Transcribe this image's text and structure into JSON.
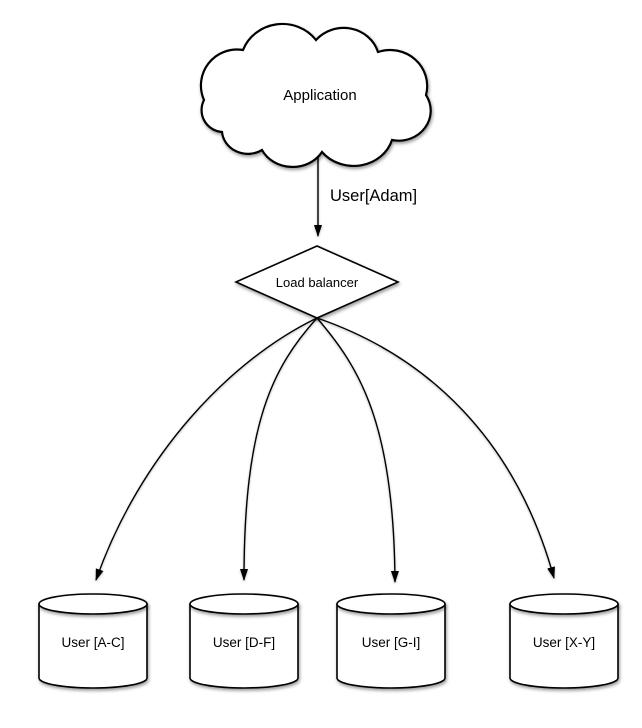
{
  "diagram": {
    "background_color": "#ffffff",
    "line_color": "#000000",
    "shape_fill_color": "#ffffff",
    "cloud": {
      "label": "Application"
    },
    "edge_label": "User[Adam]",
    "balancer": {
      "label": "Load balancer"
    },
    "shards": [
      {
        "label": "User [A-C]"
      },
      {
        "label": "User [D-F]"
      },
      {
        "label": "User [G-I]"
      },
      {
        "label": "User [X-Y]"
      }
    ]
  }
}
